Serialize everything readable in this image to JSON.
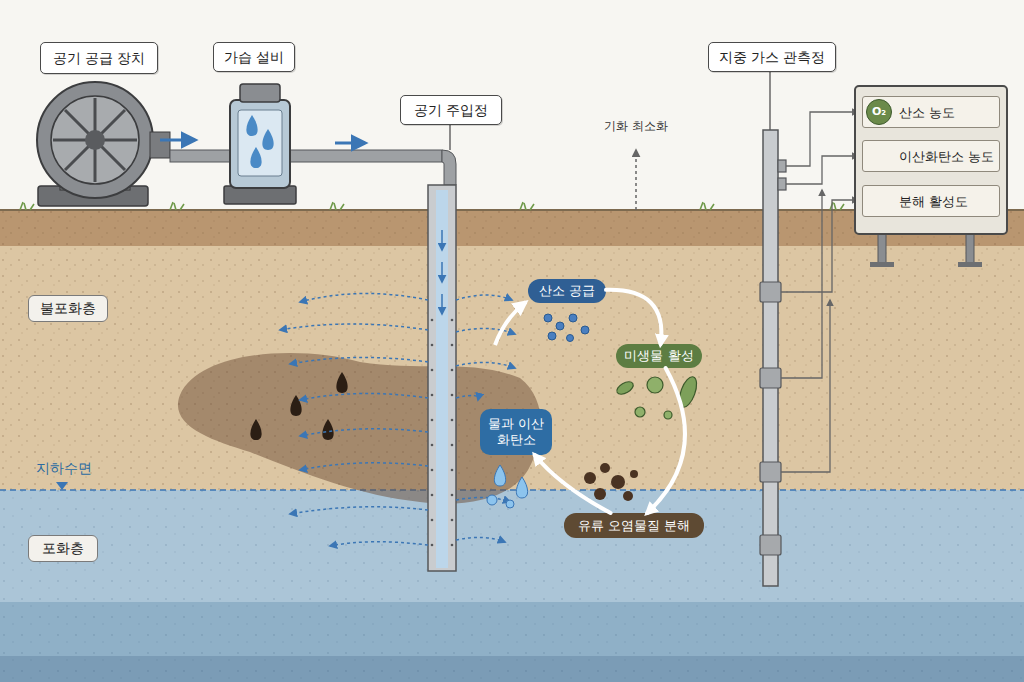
{
  "diagram": {
    "nodes": [
      {
        "text": [
          "공기 공급 장치"
        ]
      },
      {
        "text": [
          "가습 설비"
        ]
      },
      {
        "text": [
          "공기 주입정"
        ]
      },
      {
        "text": [
          "지중 가스 관측정"
        ]
      },
      {
        "text": [
          "불포화층"
        ]
      },
      {
        "text": [
          "포화층"
        ]
      },
      {
        "text": [
          "산소 공급"
        ]
      },
      {
        "text": [
          "미생물 활성"
        ]
      },
      {
        "text": [
          "물과 이산화탄소"
        ]
      },
      {
        "text": [
          "유류 오염물질 분해"
        ]
      },
      {
        "text": [
          "산소 농도"
        ]
      },
      {
        "text": [
          "O₂"
        ],
        "in": 10
      },
      {
        "text": [
          "이산화탄소 농도"
        ]
      },
      {
        "text": [
          "분해 활성도"
        ]
      }
    ],
    "edges": [
      {
        "from": 6,
        "to": 7,
        "arrow": "to"
      },
      {
        "from": 7,
        "to": 9,
        "arrow": "to"
      },
      {
        "from": 9,
        "to": 8,
        "arrow": "to"
      }
    ],
    "labels": [
      "기화 최소화",
      "지하수면"
    ]
  }
}
